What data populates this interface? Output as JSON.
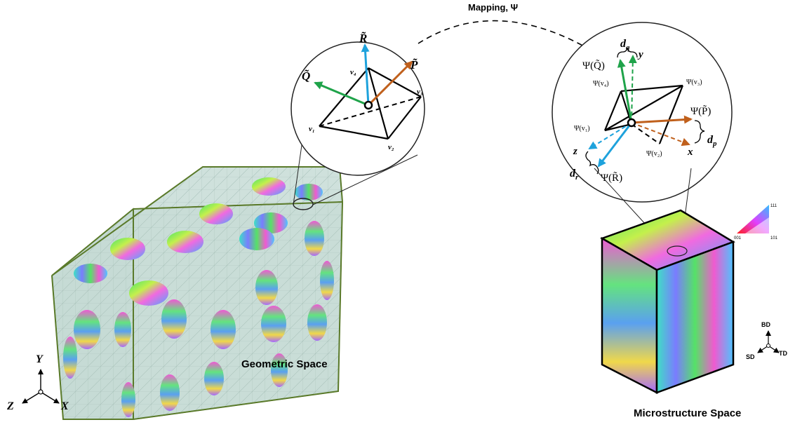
{
  "mapping_label": "Mapping, Ψ",
  "geometric_space": {
    "label": "Geometric Space",
    "vertices": [
      "v₁",
      "v₂",
      "v₃",
      "v₄"
    ],
    "vectors": {
      "p": "P̃",
      "q": "Q̃",
      "r": "R̃"
    },
    "axes": {
      "x": "X",
      "y": "Y",
      "z": "Z"
    }
  },
  "microstructure_space": {
    "label": "Microstructure Space",
    "mapped_vertices": [
      "Ψ(v₁)",
      "Ψ(v₂)",
      "Ψ(v₃)",
      "Ψ(v₄)"
    ],
    "mapped_vectors": {
      "p": "Ψ(P̃)",
      "q": "Ψ(Q̃)",
      "r": "Ψ(R̃)"
    },
    "local_axes": {
      "x": "x",
      "y": "y",
      "z": "z"
    },
    "offsets": {
      "p": "d",
      "p_sub": "p",
      "q": "d",
      "q_sub": "q",
      "r": "d",
      "r_sub": "r"
    },
    "sample_axes": {
      "bd": "BD",
      "td": "TD",
      "sd": "SD"
    },
    "ipf_key": {
      "top": "111",
      "left": "001",
      "right": "101"
    }
  },
  "colors": {
    "p_vector": "#c0601c",
    "q_vector": "#1fa34a",
    "r_vector": "#1ea2dc",
    "box_edge": "#5a7a2a",
    "box_fill": "#c7dcd6"
  }
}
